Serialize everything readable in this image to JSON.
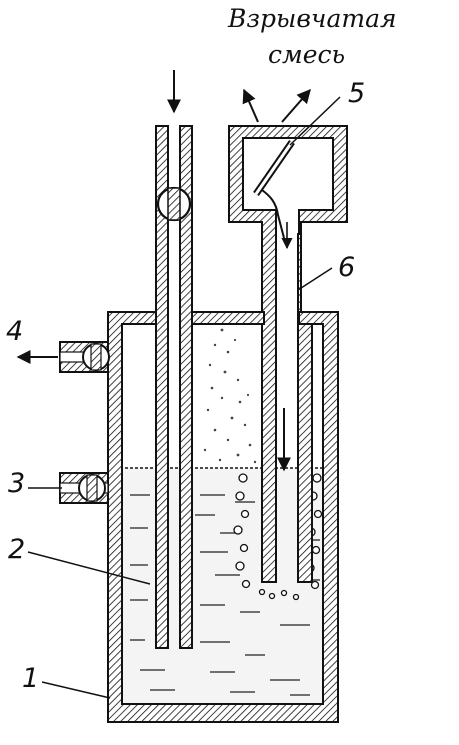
{
  "caption": {
    "line1": "Взрывчатая",
    "line2": "смесь"
  },
  "labels": {
    "n1": "1",
    "n2": "2",
    "n3": "3",
    "n4": "4",
    "n5": "5",
    "n6": "6"
  }
}
